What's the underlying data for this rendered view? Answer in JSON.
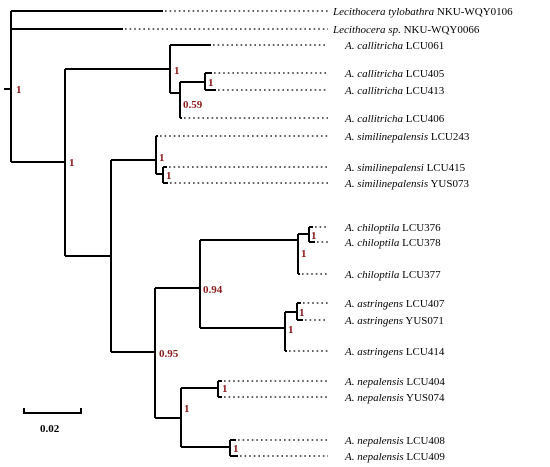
{
  "tree": {
    "taxa": [
      {
        "species": "Lecithocera tylobathra",
        "voucher": "NKU-WQY0106"
      },
      {
        "species": "Lecithocera sp.",
        "voucher": "NKU-WQY0066"
      },
      {
        "species": "A. callitricha",
        "voucher": "LCU061"
      },
      {
        "species": "A. callitricha",
        "voucher": "LCU405"
      },
      {
        "species": "A. callitricha",
        "voucher": "LCU413"
      },
      {
        "species": "A. callitricha",
        "voucher": "LCU406"
      },
      {
        "species": "A. similinepalensis",
        "voucher": "LCU243"
      },
      {
        "species": "A. similinepalensi",
        "voucher": "LCU415"
      },
      {
        "species": "A. similinepalensis",
        "voucher": "YUS073"
      },
      {
        "species": "A. chiloptila",
        "voucher": "LCU376"
      },
      {
        "species": "A. chiloptila",
        "voucher": "LCU378"
      },
      {
        "species": "A. chiloptila",
        "voucher": "LCU377"
      },
      {
        "species": "A. astringens",
        "voucher": "LCU407"
      },
      {
        "species": "A. astringens",
        "voucher": "YUS071"
      },
      {
        "species": "A. astringens",
        "voucher": "LCU414"
      },
      {
        "species": "A. nepalensis",
        "voucher": "LCU404"
      },
      {
        "species": "A. nepalensis",
        "voucher": "YUS074"
      },
      {
        "species": "A. nepalensis",
        "voucher": "LCU408"
      },
      {
        "species": "A. nepalensis",
        "voucher": "LCU409"
      }
    ],
    "supports": {
      "root": "1",
      "ingroup": "1",
      "callitricha": "1",
      "callitricha_sub": "0.59",
      "callitricha_pair": "1",
      "similinepalensis": "1",
      "similinepalensis_pair": "1",
      "chiloptila_pair": "1",
      "chiloptila": "1",
      "chilo_astr": "0.94",
      "astringens_pair": "1",
      "astringens": "1",
      "big_clade": "0.95",
      "nepalensis_pair1": "1",
      "nepalensis": "1",
      "nepalensis_pair2": "1"
    },
    "scale_bar": {
      "label": "0.02"
    }
  },
  "colors": {
    "branch": "#000000",
    "support": "#8b1a1a",
    "background": "#ffffff"
  }
}
